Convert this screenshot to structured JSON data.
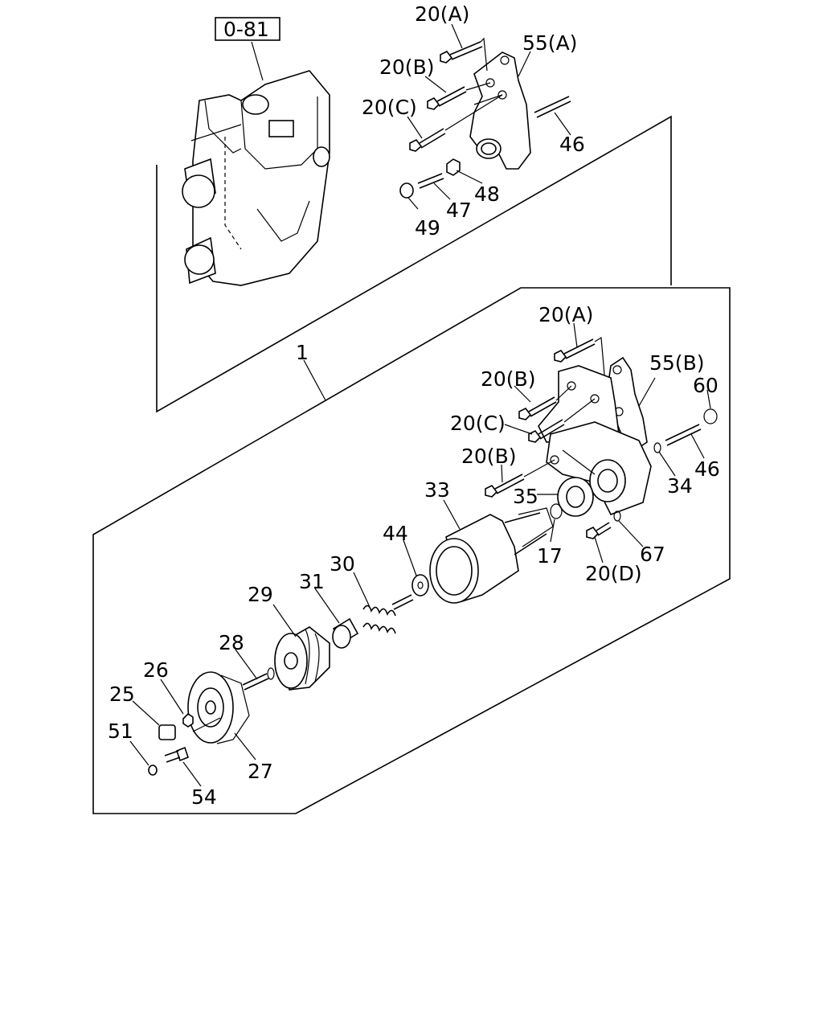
{
  "ref_box": "0-81",
  "labels": {
    "l20a_top": "20(A)",
    "l20b_top": "20(B)",
    "l20c_top": "20(C)",
    "l55a": "55(A)",
    "l46_top": "46",
    "l48": "48",
    "l47": "47",
    "l49": "49",
    "l1": "1",
    "l20a_low": "20(A)",
    "l20b_low1": "20(B)",
    "l55b": "55(B)",
    "l60": "60",
    "l20c_low": "20(C)",
    "l20b_low2": "20(B)",
    "l46_low": "46",
    "l34": "34",
    "l33": "33",
    "l35": "35",
    "l44": "44",
    "l17": "17",
    "l67": "67",
    "l20d": "20(D)",
    "l30": "30",
    "l31": "31",
    "l29": "29",
    "l28": "28",
    "l26": "26",
    "l25": "25",
    "l51": "51",
    "l27": "27",
    "l54": "54"
  }
}
